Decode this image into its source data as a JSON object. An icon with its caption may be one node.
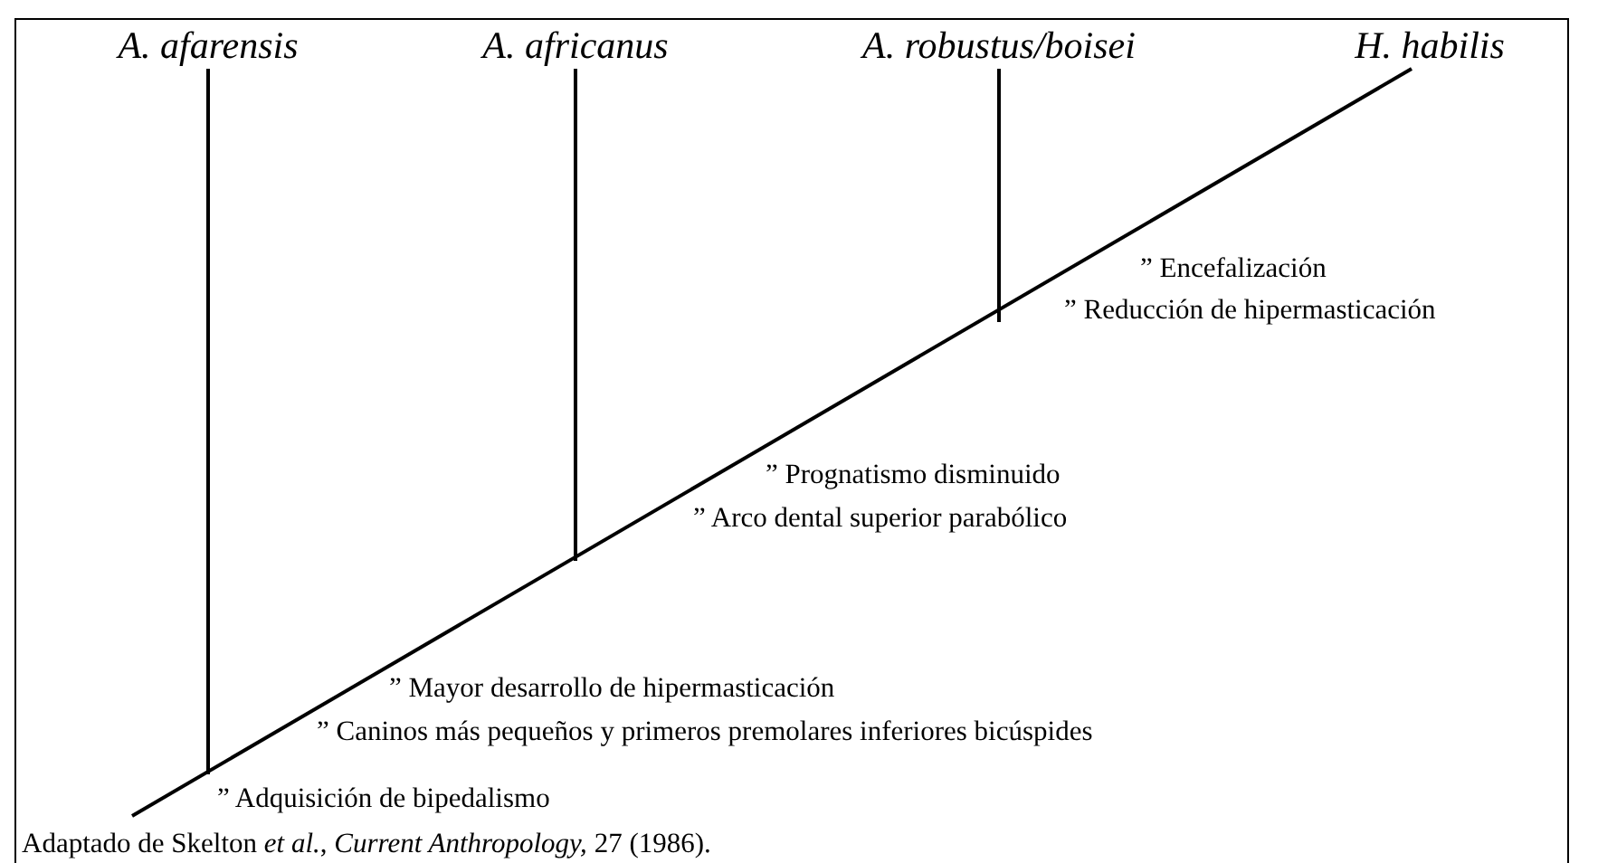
{
  "diagram": {
    "nodes": [
      {
        "text": [
          "A. afarensis"
        ]
      },
      {
        "text": [
          "A. africanus"
        ]
      },
      {
        "text": [
          "A. robustus/boisei"
        ]
      },
      {
        "text": [
          "H. habilis"
        ]
      }
    ],
    "edges": [
      {
        "from": null,
        "to": 3,
        "arrow": "none"
      },
      {
        "from": 0,
        "to": null,
        "arrow": "none"
      },
      {
        "from": 1,
        "to": null,
        "arrow": "none"
      },
      {
        "from": 2,
        "to": null,
        "arrow": "none"
      }
    ],
    "labels": [
      "” Encefalización",
      "” Reducción de hipermasticación",
      "” Prognatismo disminuido",
      "” Arco dental superior parabólico",
      "” Mayor desarrollo de hipermasticación",
      "” Caninos más pequeños y primeros premolares inferiores bicúspides",
      "” Adquisición de bipedalismo"
    ],
    "caption": "Adaptado de Skelton *et al.*, *Current Anthropology,* 27 (1986)."
  }
}
